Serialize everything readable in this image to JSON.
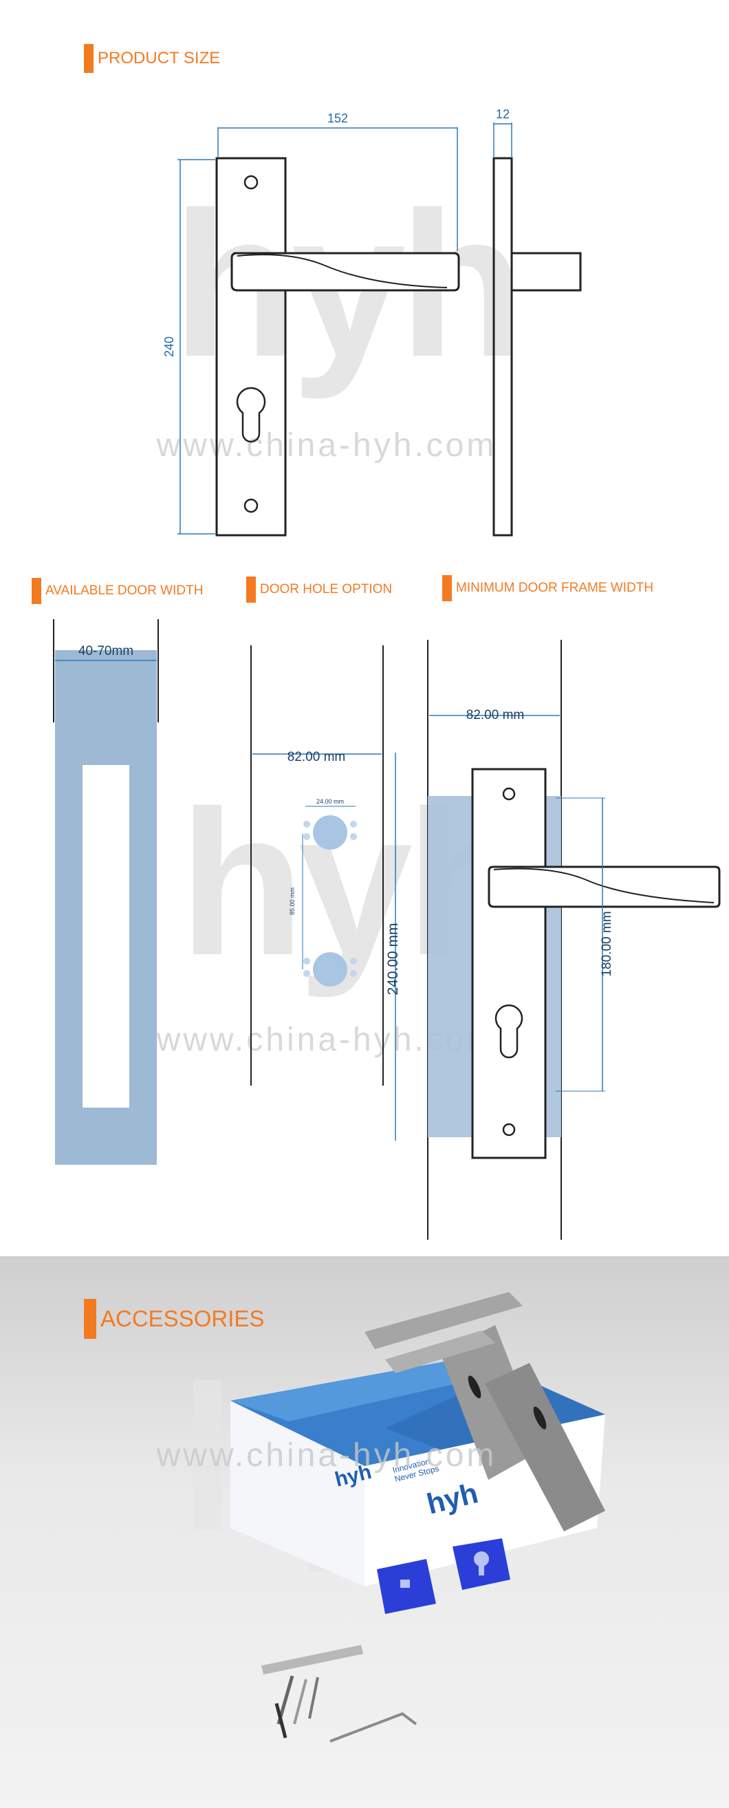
{
  "sections": {
    "product_size": "PRODUCT SIZE",
    "available_door_width": "AVAILABLE DOOR WIDTH",
    "door_hole_option": "DOOR HOLE OPTION",
    "minimum_door_frame_width": "MINIMUM DOOR FRAME WIDTH",
    "accessories": "ACCESSORIES"
  },
  "product_size": {
    "width": "152",
    "thickness": "12",
    "height": "240"
  },
  "door_width": {
    "range": "40-70mm"
  },
  "door_hole": {
    "backset": "82.00 mm",
    "hole_diameter": "24.00 mm",
    "hole_spacing": "85.00 mm",
    "plate_height": "240.00 mm"
  },
  "frame_width": {
    "width": "82.00 mm",
    "center_distance": "180.00 mm"
  },
  "watermark": {
    "url": "www.china-hyh.com",
    "logo": "hyh"
  },
  "box": {
    "logo": "hyh",
    "slogan_line1": "Innovation",
    "slogan_line2": "Never Stops"
  },
  "colors": {
    "accent": "#f47a20",
    "dimension": "#1e6aa8",
    "door_fill": "#9db9d4"
  }
}
